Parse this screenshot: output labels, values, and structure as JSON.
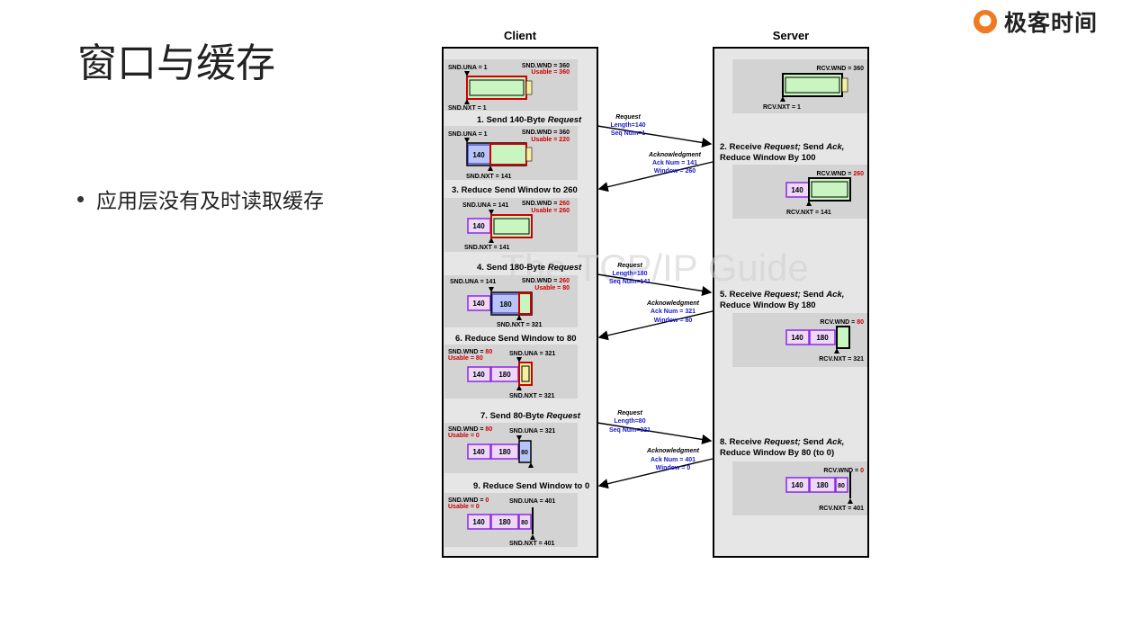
{
  "slide": {
    "title": "窗口与缓存",
    "bullet": "应用层没有及时读取缓存",
    "logo_text": "极客时间"
  },
  "diagram": {
    "client_label": "Client",
    "server_label": "Server",
    "watermark": "The TCP/IP Guide",
    "steps": [
      {
        "num": "1.",
        "text": "Send 140-Byte",
        "italic": "Request"
      },
      {
        "num": "2.",
        "text": "Receive",
        "italic": "Request;",
        "text2": "Send",
        "italic2": "Ack,",
        "line2": "Reduce Window By 100"
      },
      {
        "num": "3.",
        "text": "Reduce Send Window to 260"
      },
      {
        "num": "4.",
        "text": "Send 180-Byte",
        "italic": "Request"
      },
      {
        "num": "5.",
        "text": "Receive",
        "italic": "Request;",
        "text2": "Send",
        "italic2": "Ack,",
        "line2": "Reduce Window By 180"
      },
      {
        "num": "6.",
        "text": "Reduce Send Window to 80"
      },
      {
        "num": "7.",
        "text": "Send 80-Byte",
        "italic": "Request"
      },
      {
        "num": "8.",
        "text": "Receive",
        "italic": "Request;",
        "text2": "Send",
        "italic2": "Ack,",
        "line2": "Reduce Window By 80 (to 0)"
      },
      {
        "num": "9.",
        "text": "Reduce Send Window to 0"
      }
    ],
    "messages": {
      "m1": {
        "title": "Request",
        "l1": "Length=140",
        "l2": "Seq Num=1"
      },
      "m2": {
        "title": "Acknowledgment",
        "l1": "Ack Num = 141",
        "l2": "Window = 260"
      },
      "m3": {
        "title": "Request",
        "l1": "Length=180",
        "l2": "Seq Num=141"
      },
      "m4": {
        "title": "Acknowledgment",
        "l1": "Ack Num = 321",
        "l2": "Window = 80"
      },
      "m5": {
        "title": "Request",
        "l1": "Length=80",
        "l2": "Seq Num=321"
      },
      "m6": {
        "title": "Acknowledgment",
        "l1": "Ack Num = 401",
        "l2": "Window = 0"
      }
    },
    "labels": {
      "c0_una": "SND.UNA = 1",
      "c0_wnd": "SND.WND = 360",
      "c0_use": "Usable = 360",
      "c0_nxt": "SND.NXT = 1",
      "c1_una": "SND.UNA = 1",
      "c1_wnd": "SND.WND = 360",
      "c1_use": "Usable = 220",
      "c1_nxt": "SND.NXT = 141",
      "c2_una": "SND.UNA = 141",
      "c2_wnd": "SND.WND = 260",
      "c2_use": "Usable = 260",
      "c2_nxt": "SND.NXT = 141",
      "c3_una": "SND.UNA = 141",
      "c3_wnd": "SND.WND = 260",
      "c3_use": "Usable = 80",
      "c3_nxt": "SND.NXT = 321",
      "c4_wnd": "SND.WND = 80",
      "c4_use": "Usable = 80",
      "c4_una": "SND.UNA = 321",
      "c4_nxt": "SND.NXT = 321",
      "c5_wnd": "SND.WND = 80",
      "c5_use": "Usable = 0",
      "c5_una": "SND.UNA = 321",
      "c6_wnd": "SND.WND = 0",
      "c6_use": "Usable = 0",
      "c6_una": "SND.UNA = 401",
      "c6_nxt": "SND.NXT = 401",
      "s0_wnd": "RCV.WND = 360",
      "s0_nxt": "RCV.NXT = 1",
      "s1_wnd": "RCV.WND = 260",
      "s1_nxt": "RCV.NXT = 141",
      "s2_wnd": "RCV.WND = 80",
      "s2_nxt": "RCV.NXT = 321",
      "s3_wnd": "RCV.WND = 0",
      "s3_nxt": "RCV.NXT = 401",
      "seg140": "140",
      "seg180": "180",
      "seg80": "80"
    }
  },
  "colors": {
    "red": "#cc0000",
    "blue": "#1a1acc",
    "purple": "#8a2be2",
    "green": "#c8f5c0",
    "panel": "#d3d3d3"
  }
}
